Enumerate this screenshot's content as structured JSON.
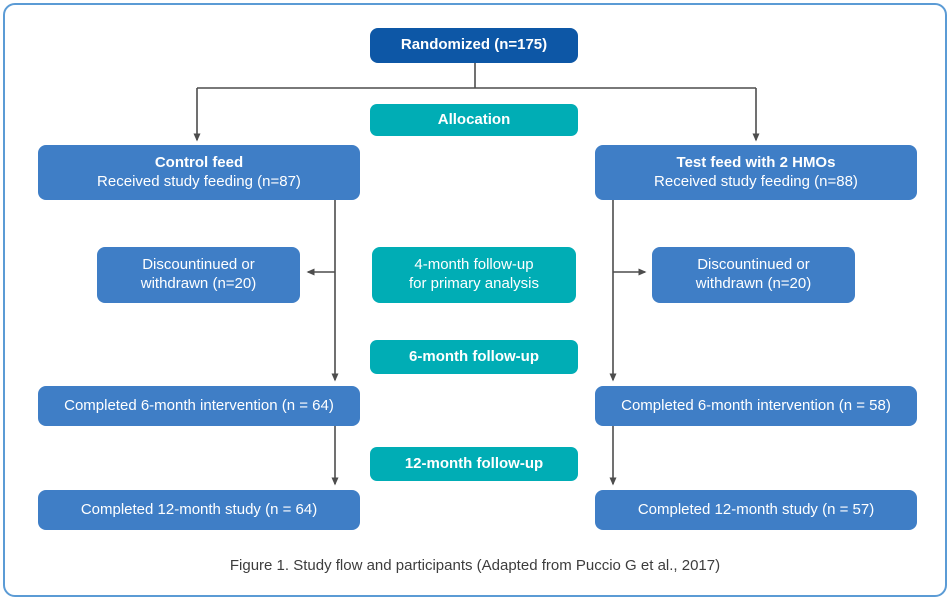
{
  "diagram": {
    "caption": "Figure 1. Study flow and participants (Adapted from Puccio G et al., 2017)",
    "nodes": {
      "randomized": "Randomized (n=175)",
      "allocation": "Allocation",
      "control_title": "Control feed",
      "control_sub": "Received study feeding (n=87)",
      "test_title": "Test feed with 2 HMOs",
      "test_sub": "Received study feeding (n=88)",
      "discontinued_left_l1": "Discountinued or",
      "discontinued_left_l2": "withdrawn (n=20)",
      "followup4_l1": "4-month follow-up",
      "followup4_l2": "for primary analysis",
      "discontinued_right_l1": "Discountinued or",
      "discontinued_right_l2": "withdrawn (n=20)",
      "followup6": "6-month follow-up",
      "completed6_left": "Completed 6-month intervention (n = 64)",
      "completed6_right": "Completed 6-month intervention (n = 58)",
      "followup12": "12-month follow-up",
      "completed12_left": "Completed 12-month study (n = 64)",
      "completed12_right": "Completed 12-month study (n = 57)"
    },
    "colors": {
      "dark_blue": "#0d57a6",
      "mid_blue": "#3f7ec6",
      "teal": "#00adb5",
      "arrow_gray": "#4d4d4d",
      "frame_blue": "#5b9bd5",
      "caption_text": "#3d3d3d"
    }
  }
}
